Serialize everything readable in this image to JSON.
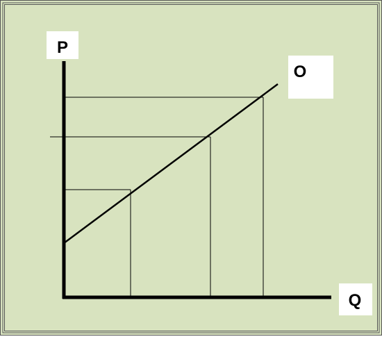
{
  "diagram": {
    "axes": {
      "y_label": "P",
      "x_label": "Q"
    },
    "curve_label": "O",
    "colors": {
      "background": "#d8e3bf",
      "ink": "#000000",
      "label_box": "#ffffff",
      "border": "#555555"
    }
  }
}
